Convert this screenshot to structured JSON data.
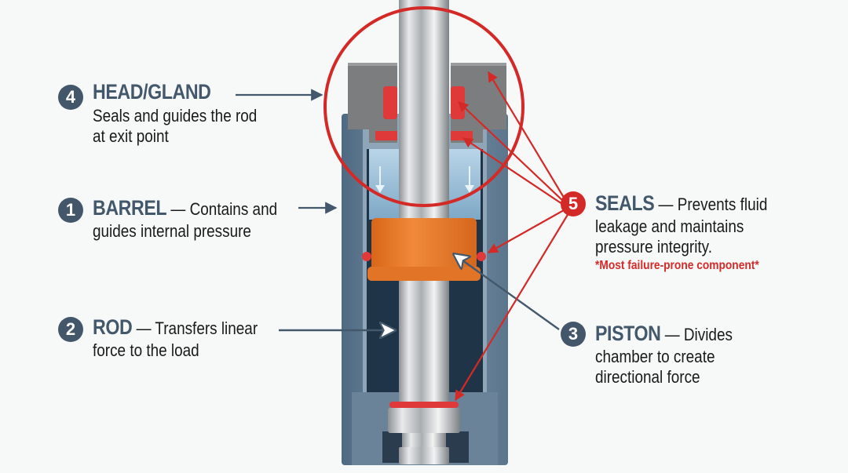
{
  "diagram": {
    "subject": "Hydraulic cylinder cross-section",
    "colors": {
      "background": "#f7f8f8",
      "barrel": "#5e7b94",
      "head_gland": "#808080",
      "rod": "#c9cdd0",
      "piston": "#e8782a",
      "seal": "#d42a27",
      "fluid": "#9fc3dc",
      "slate_label": "#44586c",
      "accent_red": "#d42a27"
    }
  },
  "callouts": [
    {
      "number": "4",
      "title": "HEAD/GLAND",
      "separator": "",
      "lines": [
        "Seals and guides the rod",
        "at exit point"
      ],
      "badge_color": "#44576a"
    },
    {
      "number": "1",
      "title": "BARREL",
      "separator": " — ",
      "first_line_rest": "Contains and",
      "lines": [
        "guides internal pressure"
      ],
      "badge_color": "#44576a"
    },
    {
      "number": "2",
      "title": "ROD",
      "separator": " — ",
      "first_line_rest": "Transfers linear",
      "lines": [
        "force to the load"
      ],
      "badge_color": "#44576a"
    },
    {
      "number": "5",
      "title": "SEALS",
      "separator": " — ",
      "first_line_rest": "Prevents fluid",
      "lines": [
        "leakage and maintains",
        "pressure integrity."
      ],
      "note": "*Most failure-prone component*",
      "badge_color": "#d42a27"
    },
    {
      "number": "3",
      "title": "PISTON",
      "separator": " — ",
      "first_line_rest": "Divides",
      "lines": [
        "chamber to create",
        "directional force"
      ],
      "badge_color": "#44576a"
    }
  ]
}
